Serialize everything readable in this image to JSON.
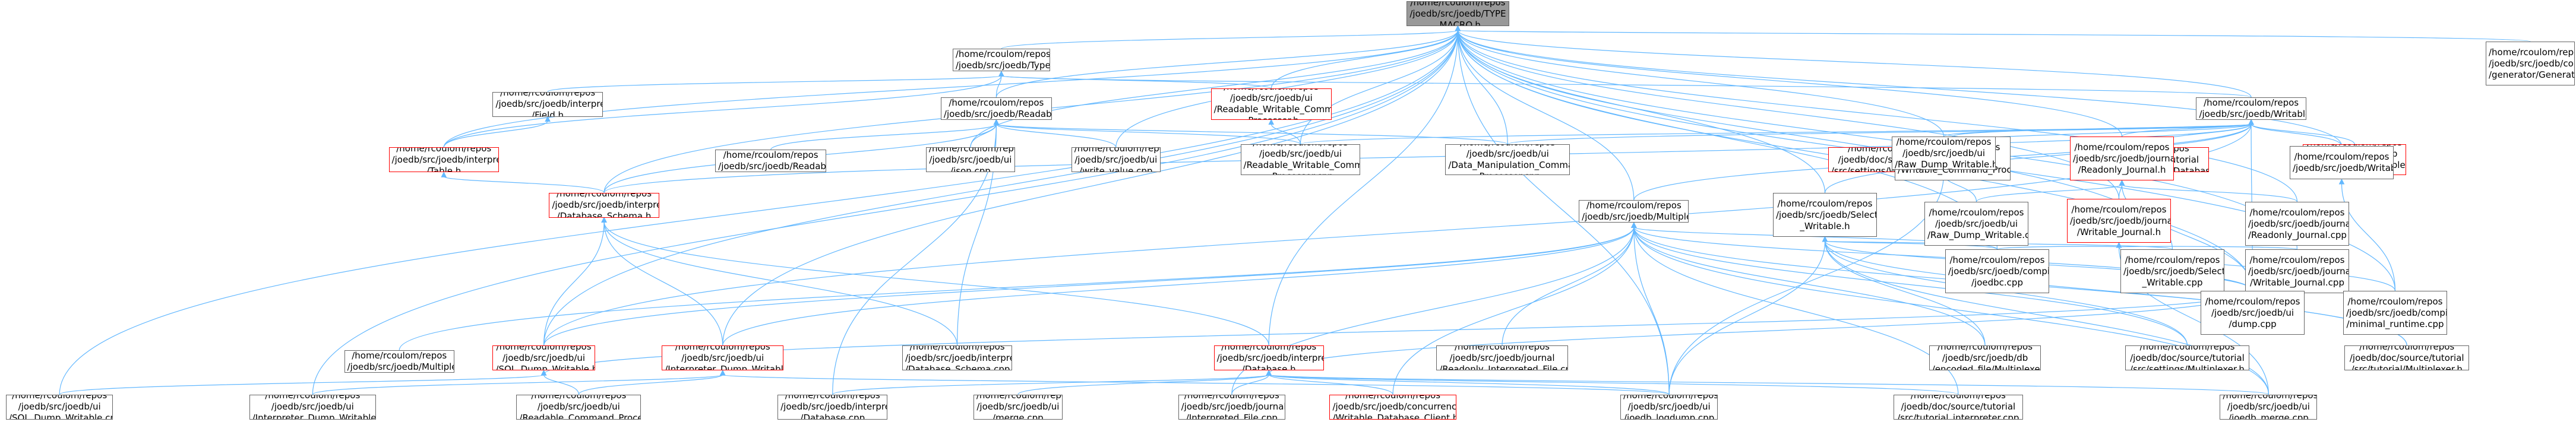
{
  "colors": {
    "edge": "#63b8ff",
    "border": "#666666",
    "border_incomplete": "#ff0000",
    "root_fill": "#999999",
    "background": "#ffffff"
  },
  "nodes": [
    {
      "id": "root",
      "lines": [
        "/home/rcoulom/repos",
        "/joedb/src/joedb/TYPE",
        "_MACRO.h"
      ],
      "style": "gray"
    },
    {
      "id": "type_h",
      "lines": [
        "/home/rcoulom/repos",
        "/joedb/src/joedb/Type.h"
      ],
      "style": ""
    },
    {
      "id": "compiler_gen",
      "lines": [
        "/home/rcoulom/repos",
        "/joedb/src/joedb/compiler",
        "/generator/Generator.cpp"
      ],
      "style": ""
    },
    {
      "id": "field_h",
      "lines": [
        "/home/rcoulom/repos",
        "/joedb/src/joedb/interpreted",
        "/Field.h"
      ],
      "style": ""
    },
    {
      "id": "readable_h",
      "lines": [
        "/home/rcoulom/repos",
        "/joedb/src/joedb/Readable.h"
      ],
      "style": ""
    },
    {
      "id": "rw_cmd_h",
      "lines": [
        "/home/rcoulom/repos",
        "/joedb/src/joedb/ui",
        "/Readable_Writable_Command",
        "_Processor.h"
      ],
      "style": "red"
    },
    {
      "id": "writable_h",
      "lines": [
        "/home/rcoulom/repos",
        "/joedb/src/joedb/Writable.h"
      ],
      "style": ""
    },
    {
      "id": "table_h",
      "lines": [
        "/home/rcoulom/repos",
        "/joedb/src/joedb/interpreted",
        "/Table.h"
      ],
      "style": "red"
    },
    {
      "id": "readable_cpp",
      "lines": [
        "/home/rcoulom/repos",
        "/joedb/src/joedb/Readable.cpp"
      ],
      "style": ""
    },
    {
      "id": "json_cpp",
      "lines": [
        "/home/rcoulom/repos",
        "/joedb/src/joedb/ui",
        "/json.cpp"
      ],
      "style": ""
    },
    {
      "id": "write_value_cpp",
      "lines": [
        "/home/rcoulom/repos",
        "/joedb/src/joedb/ui",
        "/write_value.cpp"
      ],
      "style": ""
    },
    {
      "id": "rw_cmd_cpp",
      "lines": [
        "/home/rcoulom/repos",
        "/joedb/src/joedb/ui",
        "/Readable_Writable_Command",
        "_Processor.cpp"
      ],
      "style": ""
    },
    {
      "id": "data_manip_cpp",
      "lines": [
        "/home/rcoulom/repos",
        "/joedb/src/joedb/ui",
        "/Data_Manipulation_Command",
        "_Processor.cpp"
      ],
      "style": ""
    },
    {
      "id": "tut_settings_wdb",
      "lines": [
        "/home/rcoulom/repos",
        "/joedb/doc/source/tutorial",
        "/src/settings/Writable_Database.cpp"
      ],
      "style": "red"
    },
    {
      "id": "tut_tutorial_wdb",
      "lines": [
        "/home/rcoulom/repos",
        "/joedb/doc/source/tutorial",
        "/src/tutorial/Writable_Database.cpp"
      ],
      "style": "red"
    },
    {
      "id": "encoded_wdb",
      "lines": [
        "/home/rcoulom/repos",
        "/joedb/src/joedb/db",
        "/encoded_file/Writable",
        "_Database.cpp"
      ],
      "style": "red"
    },
    {
      "id": "wcp_cpp",
      "lines": [
        "/home/rcoulom/repos",
        "/joedb/src/joedb/ui",
        "/Writable_Command_Processor.cpp"
      ],
      "style": ""
    },
    {
      "id": "raw_dump_h",
      "lines": [
        "/home/rcoulom/repos",
        "/joedb/src/joedb/ui",
        "/Raw_Dump_Writable.h"
      ],
      "style": ""
    },
    {
      "id": "readonly_journal_h",
      "lines": [
        "/home/rcoulom/repos",
        "/joedb/src/joedb/journal",
        "/Readonly_Journal.h"
      ],
      "style": "red"
    },
    {
      "id": "writable_cpp",
      "lines": [
        "/home/rcoulom/repos",
        "/joedb/src/joedb/Writable.cpp"
      ],
      "style": ""
    },
    {
      "id": "db_schema_h",
      "lines": [
        "/home/rcoulom/repos",
        "/joedb/src/joedb/interpreted",
        "/Database_Schema.h"
      ],
      "style": "red"
    },
    {
      "id": "multiplexer_h",
      "lines": [
        "/home/rcoulom/repos",
        "/joedb/src/joedb/Multiplexer.h"
      ],
      "style": ""
    },
    {
      "id": "selective_h",
      "lines": [
        "/home/rcoulom/repos",
        "/joedb/src/joedb/Selective",
        "_Writable.h"
      ],
      "style": ""
    },
    {
      "id": "writable_journal_h",
      "lines": [
        "/home/rcoulom/repos",
        "/joedb/src/joedb/journal",
        "/Writable_Journal.h"
      ],
      "style": "red"
    },
    {
      "id": "raw_dump_cpp",
      "lines": [
        "/home/rcoulom/repos",
        "/joedb/src/joedb/ui",
        "/Raw_Dump_Writable.cpp"
      ],
      "style": ""
    },
    {
      "id": "readonly_journal_cpp",
      "lines": [
        "/home/rcoulom/repos",
        "/joedb/src/joedb/journal",
        "/Readonly_Journal.cpp"
      ],
      "style": ""
    },
    {
      "id": "multiplexer_cpp",
      "lines": [
        "/home/rcoulom/repos",
        "/joedb/src/joedb/Multiplexer.cpp"
      ],
      "style": ""
    },
    {
      "id": "sql_dump_h",
      "lines": [
        "/home/rcoulom/repos",
        "/joedb/src/joedb/ui",
        "/SQL_Dump_Writable.h"
      ],
      "style": "red"
    },
    {
      "id": "interp_dump_h",
      "lines": [
        "/home/rcoulom/repos",
        "/joedb/src/joedb/ui",
        "/Interpreter_Dump_Writable.h"
      ],
      "style": "red"
    },
    {
      "id": "db_schema_cpp",
      "lines": [
        "/home/rcoulom/repos",
        "/joedb/src/joedb/interpreted",
        "/Database_Schema.cpp"
      ],
      "style": ""
    },
    {
      "id": "database_h",
      "lines": [
        "/home/rcoulom/repos",
        "/joedb/src/joedb/interpreted",
        "/Database.h"
      ],
      "style": "red"
    },
    {
      "id": "readonly_interp_file",
      "lines": [
        "/home/rcoulom/repos",
        "/joedb/src/joedb/journal",
        "/Readonly_Interpreted_File.cpp"
      ],
      "style": ""
    },
    {
      "id": "encoded_mux",
      "lines": [
        "/home/rcoulom/repos",
        "/joedb/src/joedb/db",
        "/encoded_file/Multiplexer.h"
      ],
      "style": ""
    },
    {
      "id": "tut_settings_mux",
      "lines": [
        "/home/rcoulom/repos",
        "/joedb/doc/source/tutorial",
        "/src/settings/Multiplexer.h"
      ],
      "style": ""
    },
    {
      "id": "tut_tutorial_mux",
      "lines": [
        "/home/rcoulom/repos",
        "/joedb/doc/source/tutorial",
        "/src/tutorial/Multiplexer.h"
      ],
      "style": ""
    },
    {
      "id": "joedbc_cpp",
      "lines": [
        "/home/rcoulom/repos",
        "/joedb/src/joedb/compiler",
        "/joedbc.cpp"
      ],
      "style": ""
    },
    {
      "id": "selective_cpp",
      "lines": [
        "/home/rcoulom/repos",
        "/joedb/src/joedb/Selective",
        "_Writable.cpp"
      ],
      "style": ""
    },
    {
      "id": "writable_journal_cpp",
      "lines": [
        "/home/rcoulom/repos",
        "/joedb/src/joedb/journal",
        "/Writable_Journal.cpp"
      ],
      "style": ""
    },
    {
      "id": "sql_dump_cpp",
      "lines": [
        "/home/rcoulom/repos",
        "/joedb/src/joedb/ui",
        "/SQL_Dump_Writable.cpp"
      ],
      "style": ""
    },
    {
      "id": "interp_dump_cpp",
      "lines": [
        "/home/rcoulom/repos",
        "/joedb/src/joedb/ui",
        "/Interpreter_Dump_Writable.cpp"
      ],
      "style": ""
    },
    {
      "id": "readable_cmd_cpp",
      "lines": [
        "/home/rcoulom/repos",
        "/joedb/src/joedb/ui",
        "/Readable_Command_Processor.cpp"
      ],
      "style": ""
    },
    {
      "id": "database_cpp",
      "lines": [
        "/home/rcoulom/repos",
        "/joedb/src/joedb/interpreted",
        "/Database.cpp"
      ],
      "style": ""
    },
    {
      "id": "merge_cpp",
      "lines": [
        "/home/rcoulom/repos",
        "/joedb/src/joedb/ui",
        "/merge.cpp"
      ],
      "style": ""
    },
    {
      "id": "interpreted_file_cpp",
      "lines": [
        "/home/rcoulom/repos",
        "/joedb/src/joedb/journal",
        "/Interpreted_File.cpp"
      ],
      "style": ""
    },
    {
      "id": "wdb_client_h",
      "lines": [
        "/home/rcoulom/repos",
        "/joedb/src/joedb/concurrency",
        "/Writable_Database_Client.h"
      ],
      "style": "red"
    },
    {
      "id": "joedb_logdump",
      "lines": [
        "/home/rcoulom/repos",
        "/joedb/src/joedb/ui",
        "/joedb_logdump.cpp"
      ],
      "style": ""
    },
    {
      "id": "tut_interpreter",
      "lines": [
        "/home/rcoulom/repos",
        "/joedb/doc/source/tutorial",
        "/src/tutorial_interpreter.cpp"
      ],
      "style": ""
    },
    {
      "id": "joedb_merge",
      "lines": [
        "/home/rcoulom/repos",
        "/joedb/src/joedb/ui",
        "/joedb_merge.cpp"
      ],
      "style": ""
    },
    {
      "id": "dump_cpp",
      "lines": [
        "/home/rcoulom/repos",
        "/joedb/src/joedb/ui",
        "/dump.cpp"
      ],
      "style": ""
    },
    {
      "id": "minimal_runtime",
      "lines": [
        "/home/rcoulom/repos",
        "/joedb/src/joedb/compiler",
        "/minimal_runtime.cpp"
      ],
      "style": ""
    }
  ],
  "edges": [
    [
      "type_h",
      "root"
    ],
    [
      "compiler_gen",
      "root"
    ],
    [
      "readable_h",
      "root"
    ],
    [
      "rw_cmd_h",
      "root"
    ],
    [
      "writable_h",
      "root"
    ],
    [
      "table_h",
      "root"
    ],
    [
      "json_cpp",
      "root"
    ],
    [
      "write_value_cpp",
      "root"
    ],
    [
      "rw_cmd_cpp",
      "root"
    ],
    [
      "data_manip_cpp",
      "root"
    ],
    [
      "raw_dump_h",
      "root"
    ],
    [
      "readonly_journal_h",
      "root"
    ],
    [
      "writable_cpp",
      "root"
    ],
    [
      "db_schema_h",
      "root"
    ],
    [
      "multiplexer_h",
      "root"
    ],
    [
      "selective_h",
      "root"
    ],
    [
      "writable_journal_h",
      "root"
    ],
    [
      "readonly_journal_cpp",
      "root"
    ],
    [
      "sql_dump_h",
      "root"
    ],
    [
      "interp_dump_h",
      "root"
    ],
    [
      "database_h",
      "root"
    ],
    [
      "joedbc_cpp",
      "root"
    ],
    [
      "selective_cpp",
      "root"
    ],
    [
      "writable_journal_cpp",
      "root"
    ],
    [
      "sql_dump_cpp",
      "root"
    ],
    [
      "interp_dump_cpp",
      "root"
    ],
    [
      "joedb_logdump",
      "root"
    ],
    [
      "dump_cpp",
      "root"
    ],
    [
      "minimal_runtime",
      "root"
    ],
    [
      "field_h",
      "type_h"
    ],
    [
      "readable_h",
      "type_h"
    ],
    [
      "rw_cmd_h",
      "type_h"
    ],
    [
      "writable_h",
      "type_h"
    ],
    [
      "table_h",
      "type_h"
    ],
    [
      "table_h",
      "field_h"
    ],
    [
      "readable_cpp",
      "readable_h"
    ],
    [
      "json_cpp",
      "readable_h"
    ],
    [
      "write_value_cpp",
      "readable_h"
    ],
    [
      "rw_cmd_cpp",
      "readable_h"
    ],
    [
      "data_manip_cpp",
      "readable_h"
    ],
    [
      "db_schema_h",
      "readable_h"
    ],
    [
      "database_cpp",
      "readable_h"
    ],
    [
      "db_schema_cpp",
      "readable_h"
    ],
    [
      "rw_cmd_cpp",
      "rw_cmd_h"
    ],
    [
      "tut_settings_wdb",
      "writable_h"
    ],
    [
      "tut_tutorial_wdb",
      "writable_h"
    ],
    [
      "encoded_wdb",
      "writable_h"
    ],
    [
      "wcp_cpp",
      "writable_h"
    ],
    [
      "raw_dump_h",
      "writable_h"
    ],
    [
      "readonly_journal_h",
      "writable_h"
    ],
    [
      "writable_cpp",
      "writable_h"
    ],
    [
      "db_schema_h",
      "writable_h"
    ],
    [
      "multiplexer_h",
      "writable_h"
    ],
    [
      "selective_h",
      "writable_h"
    ],
    [
      "rw_cmd_cpp",
      "writable_h"
    ],
    [
      "data_manip_cpp",
      "writable_h"
    ],
    [
      "dump_cpp",
      "writable_h"
    ],
    [
      "sql_dump_h",
      "writable_h"
    ],
    [
      "db_schema_h",
      "table_h"
    ],
    [
      "raw_dump_cpp",
      "raw_dump_h"
    ],
    [
      "joedb_logdump",
      "raw_dump_h"
    ],
    [
      "writable_journal_h",
      "readonly_journal_h"
    ],
    [
      "readonly_journal_cpp",
      "readonly_journal_h"
    ],
    [
      "raw_dump_cpp",
      "readonly_journal_h"
    ],
    [
      "dump_cpp",
      "readonly_journal_h"
    ],
    [
      "minimal_runtime",
      "writable_cpp"
    ],
    [
      "sql_dump_h",
      "db_schema_h"
    ],
    [
      "interp_dump_h",
      "db_schema_h"
    ],
    [
      "db_schema_cpp",
      "db_schema_h"
    ],
    [
      "database_h",
      "db_schema_h"
    ],
    [
      "multiplexer_cpp",
      "multiplexer_h"
    ],
    [
      "readonly_interp_file",
      "multiplexer_h"
    ],
    [
      "encoded_mux",
      "multiplexer_h"
    ],
    [
      "tut_settings_mux",
      "multiplexer_h"
    ],
    [
      "tut_tutorial_mux",
      "multiplexer_h"
    ],
    [
      "joedbc_cpp",
      "multiplexer_h"
    ],
    [
      "joedb_logdump",
      "multiplexer_h"
    ],
    [
      "tut_interpreter",
      "multiplexer_h"
    ],
    [
      "joedb_merge",
      "multiplexer_h"
    ],
    [
      "dump_cpp",
      "multiplexer_h"
    ],
    [
      "sql_dump_h",
      "multiplexer_h"
    ],
    [
      "interp_dump_h",
      "multiplexer_h"
    ],
    [
      "interpreted_file_cpp",
      "multiplexer_h"
    ],
    [
      "wdb_client_h",
      "multiplexer_h"
    ],
    [
      "selective_cpp",
      "selective_h"
    ],
    [
      "joedbc_cpp",
      "selective_h"
    ],
    [
      "tut_tutorial_mux",
      "selective_h"
    ],
    [
      "tut_settings_mux",
      "selective_h"
    ],
    [
      "encoded_mux",
      "selective_h"
    ],
    [
      "joedb_merge",
      "selective_h"
    ],
    [
      "dump_cpp",
      "selective_h"
    ],
    [
      "joedb_logdump",
      "selective_h"
    ],
    [
      "writable_journal_cpp",
      "writable_journal_h"
    ],
    [
      "joedbc_cpp",
      "writable_journal_h"
    ],
    [
      "joedb_merge",
      "writable_journal_h"
    ],
    [
      "minimal_runtime",
      "writable_journal_h"
    ],
    [
      "sql_dump_cpp",
      "sql_dump_h"
    ],
    [
      "readable_cmd_cpp",
      "sql_dump_h"
    ],
    [
      "dump_cpp",
      "sql_dump_h"
    ],
    [
      "interp_dump_cpp",
      "interp_dump_h"
    ],
    [
      "readable_cmd_cpp",
      "interp_dump_h"
    ],
    [
      "joedb_logdump",
      "interp_dump_h"
    ],
    [
      "database_cpp",
      "database_h"
    ],
    [
      "merge_cpp",
      "database_h"
    ],
    [
      "interpreted_file_cpp",
      "database_h"
    ],
    [
      "wdb_client_h",
      "database_h"
    ],
    [
      "joedb_logdump",
      "database_h"
    ],
    [
      "tut_interpreter",
      "database_h"
    ],
    [
      "joedb_merge",
      "database_h"
    ],
    [
      "dump_cpp",
      "database_h"
    ]
  ]
}
